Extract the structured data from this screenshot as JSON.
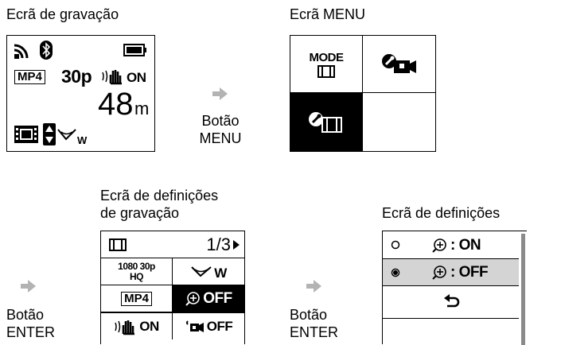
{
  "captions": {
    "recording_screen": "Ecrã de gravação",
    "menu_screen": "Ecrã MENU",
    "rec_settings_line1": "Ecrã de definições",
    "rec_settings_line2": "de gravação",
    "settings_screen": "Ecrã de definições"
  },
  "buttons": {
    "menu_line1": "Botão",
    "menu_line2": "MENU",
    "enter1_line1": "Botão",
    "enter1_line2": "ENTER",
    "enter2_line1": "Botão",
    "enter2_line2": "ENTER"
  },
  "recording": {
    "format": "MP4",
    "frame_rate": "30p",
    "steady_shot": "ON",
    "remaining_value": "48",
    "remaining_unit": "m",
    "angle": "W"
  },
  "menu": {
    "mode_label": "MODE"
  },
  "rec_settings": {
    "page": "1/3",
    "quality_line1": "1080 30p",
    "quality_line2": "HQ",
    "angle": "W",
    "format": "MP4",
    "zoom_value": "OFF",
    "steady_shot": "ON",
    "flip_value": "OFF"
  },
  "settings": {
    "options": [
      {
        "value": ": ON",
        "selected": false
      },
      {
        "value": ": OFF",
        "selected": true
      }
    ]
  },
  "colors": {
    "arrow": "#b3b3b3",
    "highlight_row": "#d4d4d4",
    "scrollbar": "#8a8a8a"
  }
}
